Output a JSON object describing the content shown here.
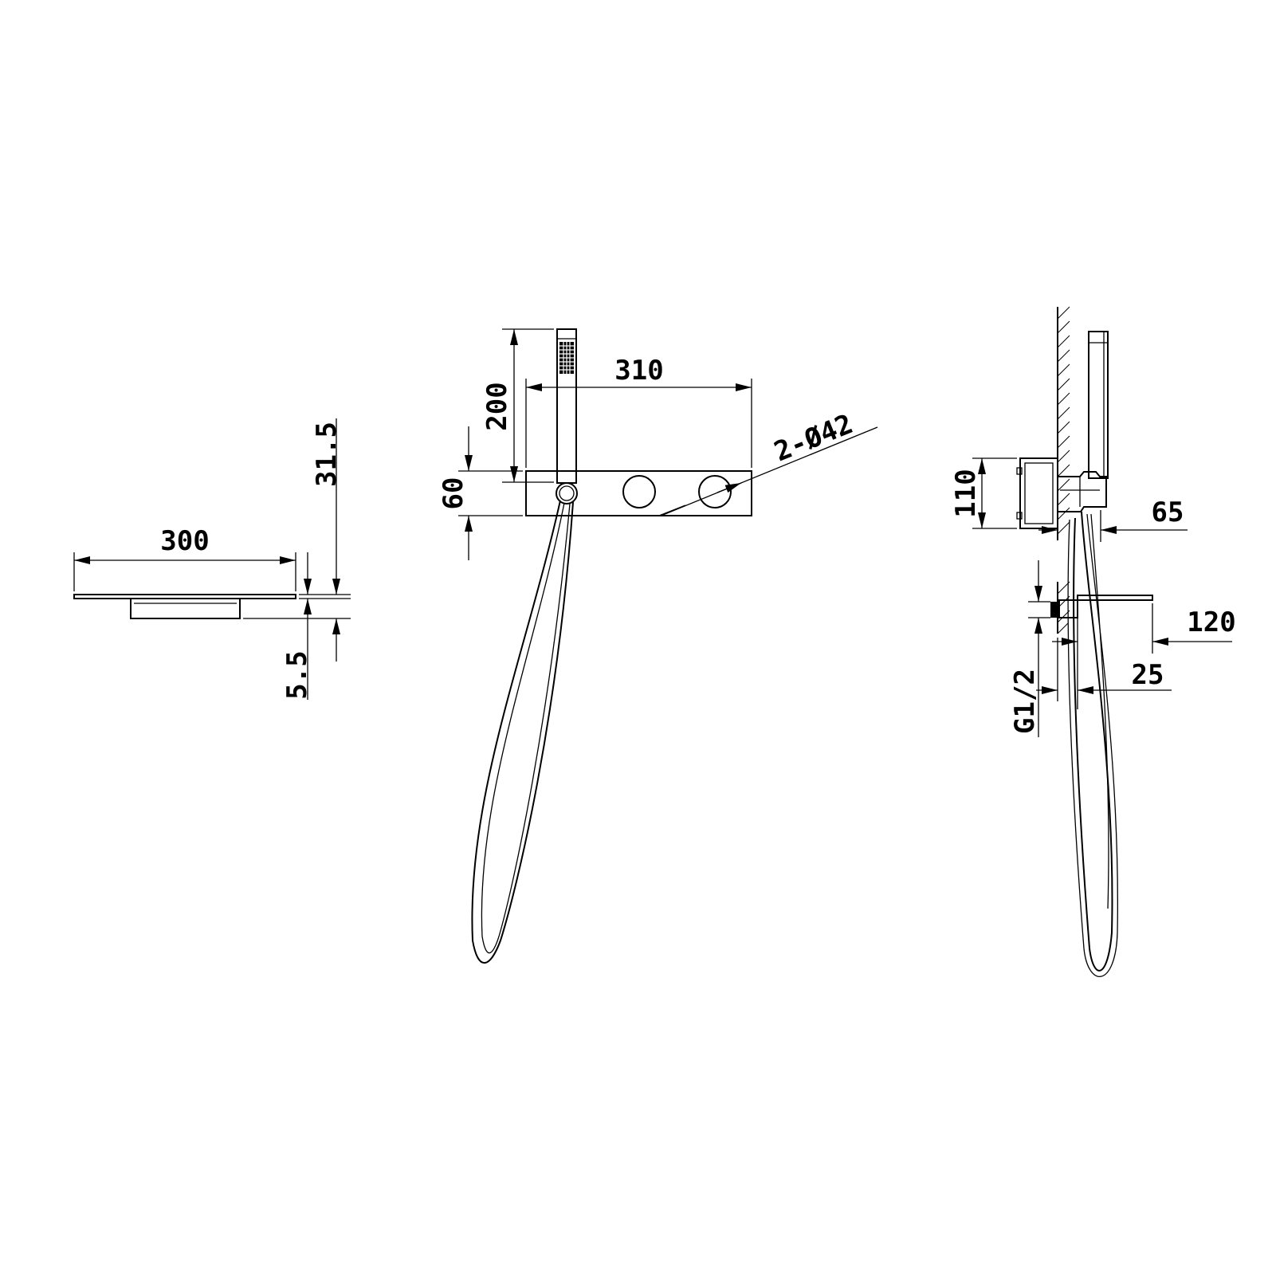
{
  "colors": {
    "line": "#000000",
    "background": "#ffffff"
  },
  "views": {
    "tray": {
      "dims": {
        "width": "300",
        "total_height": "31.5",
        "thickness": "5.5"
      }
    },
    "front": {
      "dims": {
        "width": "310",
        "handshower_height": "200",
        "plate_height": "60",
        "knobs": "2-Ø42"
      }
    },
    "side": {
      "dims": {
        "depth_top": "110",
        "projection": "65",
        "tray_depth": "120",
        "spacing": "25",
        "thread": "G1/2"
      }
    }
  }
}
